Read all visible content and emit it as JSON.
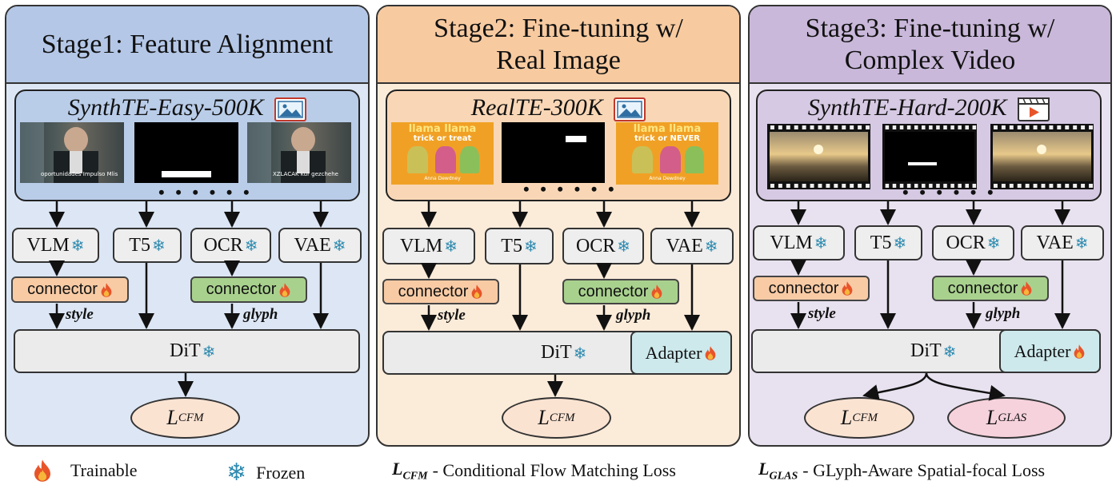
{
  "stages": [
    {
      "title_line1": "Stage1: Feature Alignment",
      "title_line2": "",
      "dataset": "SynthTE-Easy-500K",
      "modules": {
        "vlm": "VLM",
        "t5": "T5",
        "ocr": "OCR",
        "vae": "VAE"
      },
      "connectors": {
        "style": "connector",
        "glyph": "connector"
      },
      "tags": {
        "style": "style",
        "glyph": "glyph"
      },
      "dit": "DiT",
      "adapter": "",
      "losses": [
        {
          "main": "L",
          "sub": "CFM"
        }
      ]
    },
    {
      "title_line1": "Stage2: Fine-tuning w/",
      "title_line2": "Real Image",
      "dataset": "RealTE-300K",
      "modules": {
        "vlm": "VLM",
        "t5": "T5",
        "ocr": "OCR",
        "vae": "VAE"
      },
      "connectors": {
        "style": "connector",
        "glyph": "connector"
      },
      "tags": {
        "style": "style",
        "glyph": "glyph"
      },
      "dit": "DiT",
      "adapter": "Adapter",
      "losses": [
        {
          "main": "L",
          "sub": "CFM"
        }
      ]
    },
    {
      "title_line1": "Stage3: Fine-tuning w/",
      "title_line2": "Complex Video",
      "dataset": "SynthTE-Hard-200K",
      "modules": {
        "vlm": "VLM",
        "t5": "T5",
        "ocr": "OCR",
        "vae": "VAE"
      },
      "connectors": {
        "style": "connector",
        "glyph": "connector"
      },
      "tags": {
        "style": "style",
        "glyph": "glyph"
      },
      "dit": "DiT",
      "adapter": "Adapter",
      "losses": [
        {
          "main": "L",
          "sub": "CFM"
        },
        {
          "main": "L",
          "sub": "GLAS"
        }
      ]
    }
  ],
  "thumb_text": {
    "stage1_left": "oportunidades Impulso Mlis",
    "stage1_right": "XZLACAK kur gezchehe",
    "book_title1": "llama llama",
    "book_title2_a": "trick or treat",
    "book_title2_b": "trick or NEVER",
    "book_author": "Anna Dewdney"
  },
  "dots": "• • • • • •",
  "legend": {
    "trainable": "Trainable",
    "frozen": "Frozen",
    "cfm_main": "L",
    "cfm_sub": "CFM",
    "cfm_desc": "- Conditional Flow Matching Loss",
    "glas_main": "L",
    "glas_sub": "GLAS",
    "glas_desc": "- GLyph-Aware Spatial-focal  Loss"
  },
  "icons": [
    "fire-icon",
    "snowflake-icon",
    "image-icon",
    "video-icon"
  ],
  "colors": {
    "stage1_bg": "#dce6f4",
    "stage1_head": "#b4c7e7",
    "stage2_bg": "#fbebd9",
    "stage2_head": "#f7caa0",
    "stage3_bg": "#e8e1ef",
    "stage3_head": "#c9b8da",
    "connector_style": "#f8cba5",
    "connector_glyph": "#a9d18e",
    "adapter": "#cde9ec",
    "loss_cfm": "#fbe3d2",
    "loss_glas": "#f6d2dd",
    "snowflake": "#2f8bb0",
    "fire": "#e8542a"
  }
}
